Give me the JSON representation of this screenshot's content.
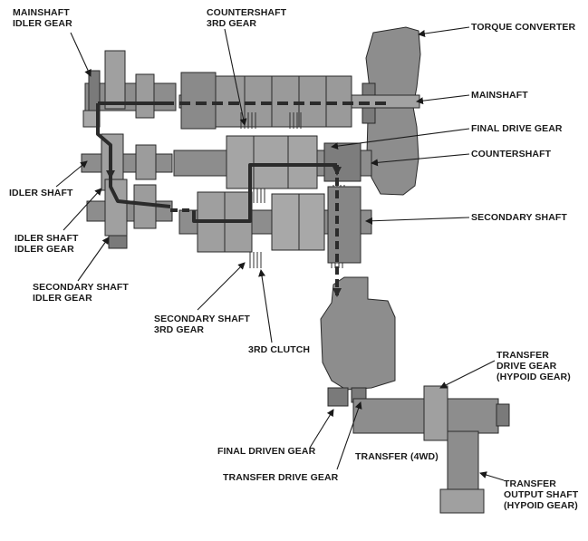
{
  "colors": {
    "background": "#ffffff",
    "component_fill": "#8d8d8d",
    "component_fill_light": "#b4b4b4",
    "component_fill_dark": "#6c6c6c",
    "outline": "#2a2a2a",
    "power_flow": "#2b2b2b"
  },
  "labels": {
    "mainshaft_idler_gear": [
      "MAINSHAFT",
      "IDLER GEAR"
    ],
    "countershaft_3rd_gear": [
      "COUNTERSHAFT",
      "3RD GEAR"
    ],
    "torque_converter": "TORQUE CONVERTER",
    "mainshaft": "MAINSHAFT",
    "final_drive_gear": "FINAL DRIVE GEAR",
    "countershaft": "COUNTERSHAFT",
    "idler_shaft": "IDLER SHAFT",
    "secondary_shaft": "SECONDARY SHAFT",
    "idler_shaft_idler_gear": [
      "IDLER SHAFT",
      "IDLER GEAR"
    ],
    "secondary_shaft_idler_gear": [
      "SECONDARY SHAFT",
      "IDLER GEAR"
    ],
    "secondary_shaft_3rd_gear": [
      "SECONDARY SHAFT",
      "3RD GEAR"
    ],
    "third_clutch": "3RD CLUTCH",
    "transfer_drive_gear_hypoid": [
      "TRANSFER",
      "DRIVE GEAR",
      "(HYPOID GEAR)"
    ],
    "final_driven_gear": "FINAL DRIVEN GEAR",
    "transfer_4wd": "TRANSFER (4WD)",
    "transfer_drive_gear": "TRANSFER DRIVE GEAR",
    "transfer_output_shaft": [
      "TRANSFER",
      "OUTPUT SHAFT",
      "(HYPOID GEAR)"
    ]
  }
}
